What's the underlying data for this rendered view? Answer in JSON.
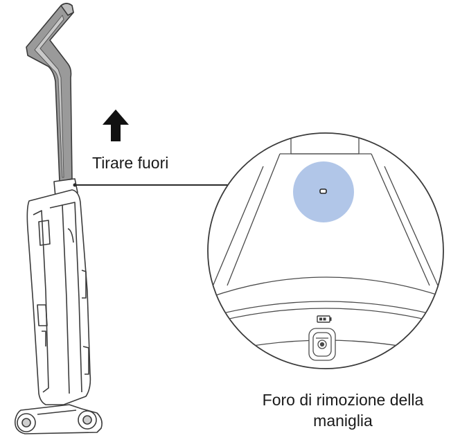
{
  "labels": {
    "pull_out": "Tirare fuori",
    "hole_line1": "Foro di rimozione della",
    "hole_line2": "maniglia"
  },
  "icons": {
    "arrow": "arrow-up-icon",
    "battery": "battery-icon"
  },
  "colors": {
    "line": "#3a3a3a",
    "handle_fill": "#8c8c8c",
    "highlight": "#a9c0e6",
    "background": "#ffffff"
  }
}
